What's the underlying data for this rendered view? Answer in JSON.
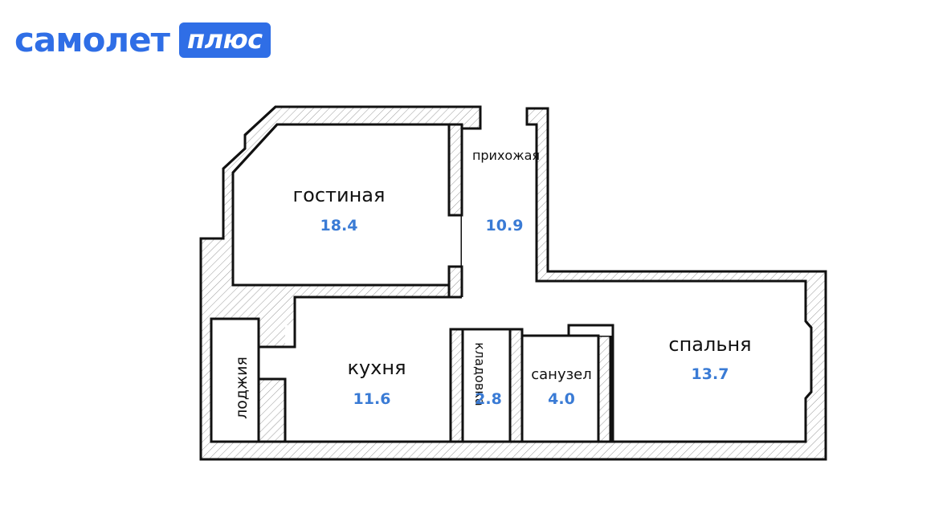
{
  "brand": {
    "word": "самолет",
    "badge": "плюс",
    "color": "#2f6ee6"
  },
  "plan": {
    "wall_color": "#111111",
    "label_color": "#111111",
    "area_color": "#3a7bd5",
    "rooms": {
      "living": {
        "name": "гостиная",
        "area": "18.4"
      },
      "hall": {
        "name": "прихожая",
        "area": "10.9"
      },
      "kitchen": {
        "name": "кухня",
        "area": "11.6"
      },
      "loggia": {
        "name": "лоджия"
      },
      "storage": {
        "name": "кладовка",
        "area": "2.8"
      },
      "bathroom": {
        "name": "санузел",
        "area": "4.0"
      },
      "bedroom": {
        "name": "спальня",
        "area": "13.7"
      }
    }
  }
}
